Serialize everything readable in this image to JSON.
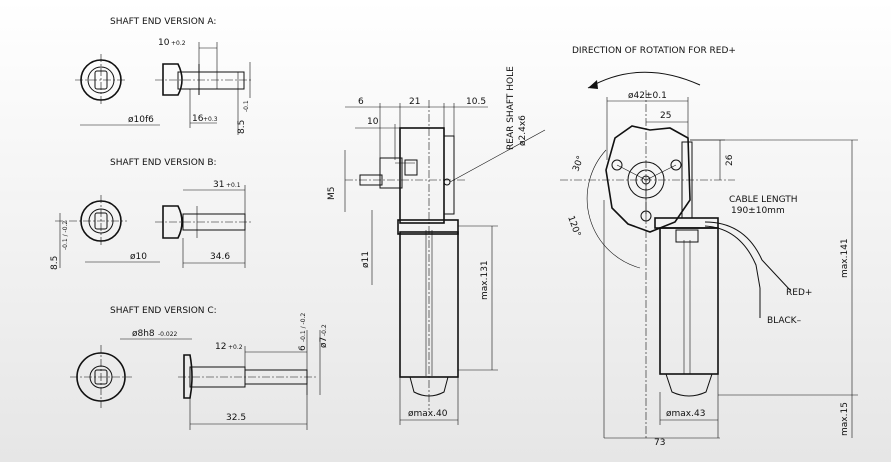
{
  "views": {
    "a": {
      "title": "SHAFT END VERSION A:",
      "dim_top": "10",
      "dim_top_tol": "+0.2",
      "dim_dia": "ø10f6",
      "dim_len": "16",
      "dim_len_tol": "+0.3",
      "dim_flat": "8.5",
      "dim_flat_tol": "-0.1"
    },
    "b": {
      "title": "SHAFT END VERSION B:",
      "dim_top": "31",
      "dim_top_tol": "+0.1",
      "dim_dia": "ø10",
      "dim_len": "34.6",
      "dim_flat": "8.5",
      "dim_flat_tol": "-0.1 / -0.2"
    },
    "c": {
      "title": "SHAFT END VERSION C:",
      "dim_dia": "ø8h8",
      "dim_dia_tol": "-0.022",
      "dim_step": "12",
      "dim_step_tol": "+0.2",
      "dim_d6": "6",
      "dim_d6_tol": "-0.1 / -0.2",
      "dim_d7": "ø7",
      "dim_d7_tol": "-0.2",
      "dim_len": "32.5"
    }
  },
  "side": {
    "d6": "6",
    "d21": "21",
    "d105": "10.5",
    "d10": "10",
    "m5": "M5",
    "d11": "ø11",
    "max131": "max.131",
    "max40": "ømax.40",
    "rear_hole": "REAR SHAFT HOLE",
    "rear_hole_dia": "ø2.4x6"
  },
  "front": {
    "rotation": "DIRECTION OF ROTATION FOR RED+",
    "d42": "ø42±0.1",
    "d25": "25",
    "d26": "26",
    "a30": "30°",
    "a120": "120°",
    "cable": "CABLE LENGTH",
    "cable_len": "190±10mm",
    "red": "RED+",
    "black": "BLACK–",
    "max141": "max.141",
    "max43": "ømax.43",
    "max15": "max.15",
    "d73": "73"
  }
}
